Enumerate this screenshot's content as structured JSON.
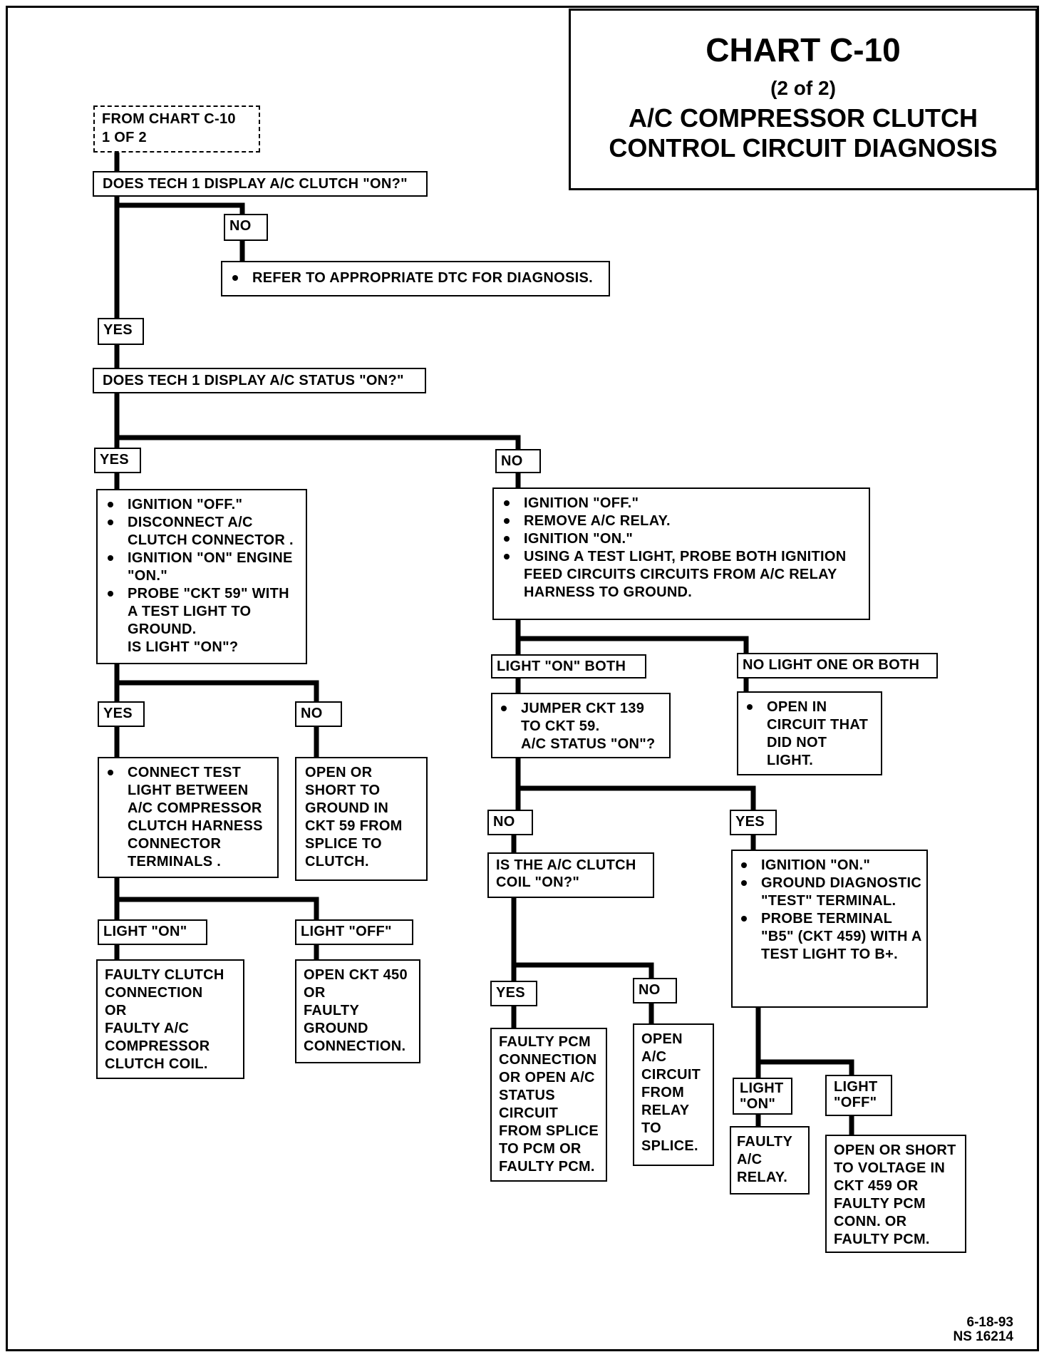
{
  "title": {
    "main": "CHART C-10",
    "sub": "(2 of 2)",
    "line1": "A/C COMPRESSOR CLUTCH",
    "line2": "CONTROL CIRCUIT DIAGNOSIS"
  },
  "start": "FROM CHART C-10\n1 OF 2",
  "q1": "DOES TECH 1 DISPLAY A/C CLUTCH \"ON?\"",
  "q1_no": "NO",
  "q1_no_action": [
    "REFER TO APPROPRIATE DTC FOR DIAGNOSIS."
  ],
  "q1_yes": "YES",
  "q2": "DOES TECH 1 DISPLAY A/C STATUS \"ON?\"",
  "q2_yes": "YES",
  "q2_no": "NO",
  "left": {
    "steps": [
      "IGNITION \"OFF.\"",
      "DISCONNECT A/C CLUTCH CONNECTOR .",
      "IGNITION \"ON\" ENGINE \"ON.\"",
      "PROBE \"CKT 59\" WITH A TEST LIGHT TO GROUND.\nIS LIGHT \"ON\"?"
    ],
    "yes": "YES",
    "no": "NO",
    "yes_steps": [
      "CONNECT TEST LIGHT BETWEEN A/C COMPRESSOR CLUTCH HARNESS CONNECTOR TERMINALS ."
    ],
    "no_result": "OPEN OR\nSHORT TO\nGROUND IN\nCKT 59 FROM\nSPLICE TO\nCLUTCH.",
    "light_on": "LIGHT \"ON\"",
    "light_off": "LIGHT \"OFF\"",
    "light_on_result": "FAULTY CLUTCH\nCONNECTION\nOR\nFAULTY A/C\nCOMPRESSOR\nCLUTCH COIL.",
    "light_off_result": "OPEN CKT 450\nOR\nFAULTY\nGROUND\nCONNECTION."
  },
  "right": {
    "steps": [
      "IGNITION \"OFF.\"",
      "REMOVE A/C RELAY.",
      "IGNITION \"ON.\"",
      "USING A TEST LIGHT, PROBE BOTH IGNITION FEED CIRCUITS CIRCUITS FROM A/C RELAY HARNESS TO GROUND."
    ],
    "light_on_both": "LIGHT \"ON\" BOTH",
    "no_light": "NO LIGHT ONE OR BOTH",
    "jumper_steps": [
      "JUMPER CKT 139 TO CKT 59.\n A/C STATUS \"ON\"?"
    ],
    "open_steps": [
      "OPEN IN CIRCUIT THAT DID NOT LIGHT."
    ],
    "no": "NO",
    "yes": "YES",
    "coil_q": "IS THE A/C CLUTCH\nCOIL \"ON?\"",
    "coil_yes": "YES",
    "coil_no": "NO",
    "coil_yes_result": "FAULTY PCM\nCONNECTION\nOR OPEN A/C\nSTATUS\nCIRCUIT\nFROM SPLICE\nTO PCM OR\nFAULTY PCM.",
    "coil_no_result": "OPEN\nA/C\nCIRCUIT\nFROM\nRELAY\nTO\nSPLICE.",
    "yes_steps": [
      "IGNITION \"ON.\"",
      "GROUND DIAGNOSTIC \"TEST\" TERMINAL.",
      "PROBE TERMINAL \"B5\" (CKT 459) WITH A TEST LIGHT TO B+."
    ],
    "light_on": "LIGHT\n\"ON\"",
    "light_off": "LIGHT\n\"OFF\"",
    "light_on_result": "FAULTY\nA/C\nRELAY.",
    "light_off_result": "OPEN OR SHORT\nTO VOLTAGE IN\nCKT 459 OR\nFAULTY PCM\nCONN. OR\nFAULTY PCM."
  },
  "footer": {
    "date": "6-18-93",
    "code": "NS 16214"
  }
}
